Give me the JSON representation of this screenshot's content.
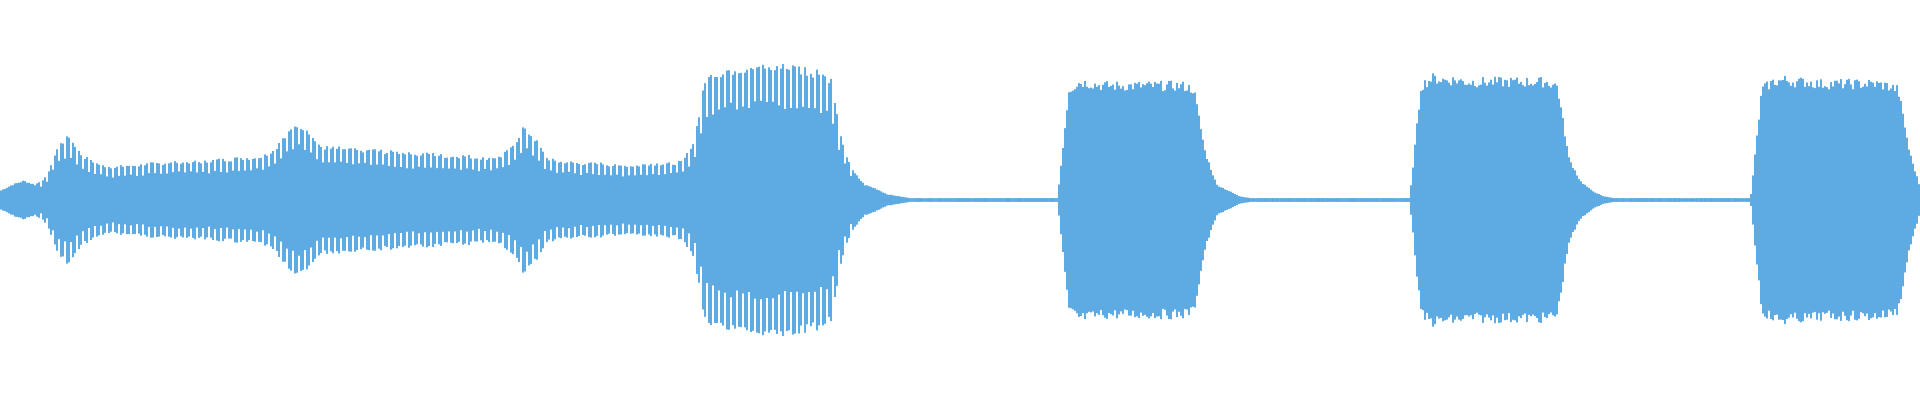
{
  "waveform": {
    "color": "#5dabe2",
    "background": "#ffffff",
    "envelope": [
      0.05,
      0.08,
      0.1,
      0.08,
      0.12,
      0.28,
      0.33,
      0.24,
      0.2,
      0.18,
      0.17,
      0.18,
      0.18,
      0.19,
      0.19,
      0.2,
      0.2,
      0.2,
      0.2,
      0.21,
      0.21,
      0.22,
      0.22,
      0.23,
      0.26,
      0.33,
      0.4,
      0.37,
      0.28,
      0.27,
      0.27,
      0.26,
      0.26,
      0.26,
      0.25,
      0.25,
      0.24,
      0.24,
      0.24,
      0.23,
      0.23,
      0.23,
      0.22,
      0.22,
      0.23,
      0.27,
      0.38,
      0.32,
      0.22,
      0.2,
      0.2,
      0.19,
      0.19,
      0.19,
      0.18,
      0.18,
      0.18,
      0.19,
      0.19,
      0.19,
      0.2,
      0.3,
      0.62,
      0.67,
      0.68,
      0.69,
      0.7,
      0.7,
      0.7,
      0.69,
      0.69,
      0.68,
      0.67,
      0.64,
      0.3,
      0.15,
      0.08,
      0.06,
      0.03,
      0.02,
      0.01,
      0.01,
      0.01,
      0.01,
      0.01,
      0.01,
      0.01,
      0.01,
      0.01,
      0.01,
      0.01,
      0.01,
      0.01,
      0.01,
      0.58,
      0.62,
      0.61,
      0.6,
      0.6,
      0.6,
      0.6,
      0.6,
      0.6,
      0.6,
      0.6,
      0.58,
      0.25,
      0.08,
      0.05,
      0.02,
      0.01,
      0.01,
      0.01,
      0.01,
      0.01,
      0.01,
      0.01,
      0.01,
      0.01,
      0.01,
      0.01,
      0.01,
      0.01,
      0.01,
      0.01,
      0.6,
      0.64,
      0.63,
      0.63,
      0.62,
      0.62,
      0.62,
      0.62,
      0.62,
      0.62,
      0.62,
      0.62,
      0.6,
      0.22,
      0.1,
      0.05,
      0.02,
      0.01,
      0.01,
      0.01,
      0.01,
      0.01,
      0.01,
      0.01,
      0.01,
      0.01,
      0.01,
      0.01,
      0.01,
      0.01,
      0.58,
      0.62,
      0.63,
      0.62,
      0.62,
      0.61,
      0.61,
      0.61,
      0.61,
      0.61,
      0.61,
      0.6,
      0.58,
      0.25,
      0.05
    ],
    "oscillating_ranges": [
      [
        0.02,
        0.445
      ]
    ]
  }
}
